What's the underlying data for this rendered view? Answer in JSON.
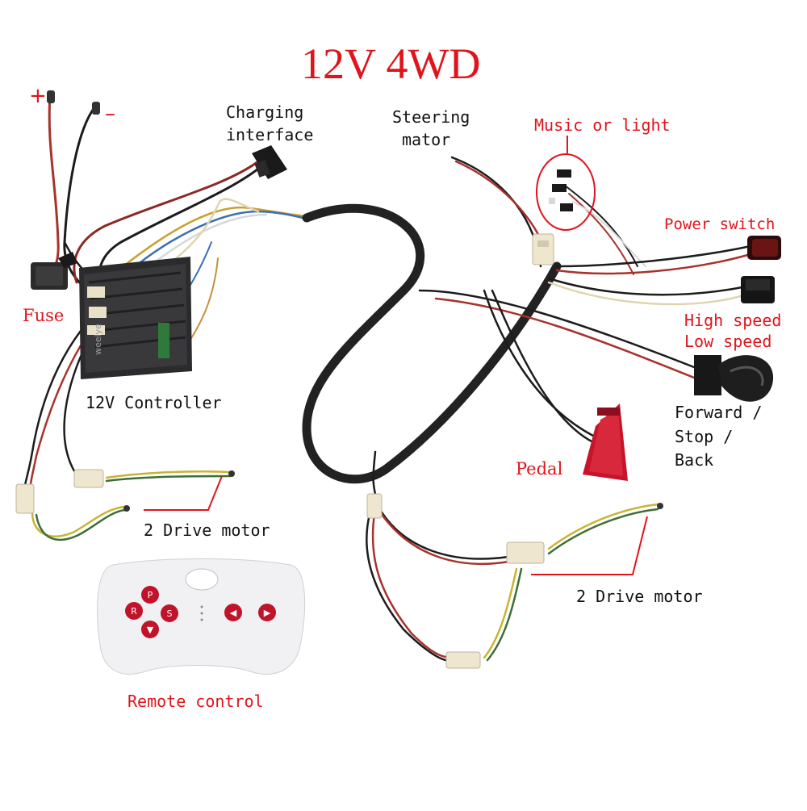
{
  "title": "12V 4WD",
  "labels": {
    "plus": "+",
    "minus": "–",
    "charging_1": "Charging",
    "charging_2": "interface",
    "steering_1": "Steering",
    "steering_2": "mator",
    "music": "Music or light",
    "power_switch": "Power switch",
    "fuse": "Fuse",
    "high_speed": "High speed",
    "low_speed": "Low speed",
    "controller": "12V Controller",
    "forward_1": "Forward /",
    "forward_2": "Stop /",
    "forward_3": "Back",
    "pedal": "Pedal",
    "drive_motor_left": "2 Drive motor",
    "drive_motor_right": "2 Drive motor",
    "remote": "Remote control"
  },
  "controller_brand": "weelye",
  "remote_buttons": [
    "P",
    "R",
    "S",
    "◀",
    "▶",
    "▼"
  ],
  "colors": {
    "label_red": "#e0141b",
    "wire_black": "#1a1a1a",
    "wire_red": "#b0302a",
    "wire_yellow": "#c8b430",
    "wire_green": "#3d6f3a",
    "harness": "#222222",
    "connector": "#efe6cf",
    "pedal_red": "#c8142a",
    "remote_body": "#f1f1f4"
  }
}
